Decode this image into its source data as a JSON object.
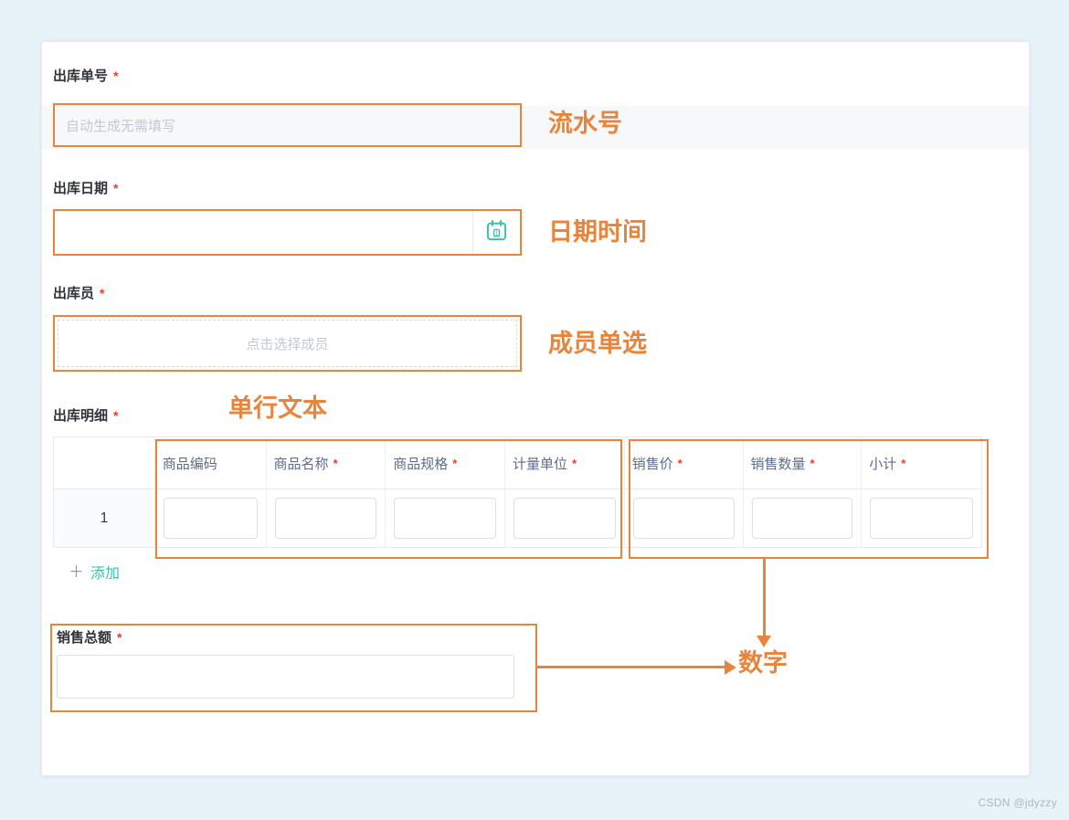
{
  "colors": {
    "annotation": "#E8853D",
    "teal": "#3FBFA8",
    "required": "#E0402A"
  },
  "watermark": "CSDN @jdyzzy",
  "fields": {
    "serial": {
      "label": "出库单号",
      "required": "*",
      "placeholder": "自动生成无需填写",
      "annotation": "流水号"
    },
    "date": {
      "label": "出库日期",
      "required": "*",
      "annotation": "日期时间",
      "icon": "calendar-icon",
      "icon_day": "1"
    },
    "member": {
      "label": "出库员",
      "required": "*",
      "placeholder": "点击选择成员",
      "annotation": "成员单选"
    },
    "detail": {
      "label": "出库明细",
      "required": "*",
      "annotation": "单行文本",
      "add_icon": "＋",
      "add_label": "添加",
      "table": {
        "row_numbers": [
          "1"
        ],
        "columns": [
          {
            "label": "商品编码",
            "required": false
          },
          {
            "label": "商品名称",
            "required": true
          },
          {
            "label": "商品规格",
            "required": true
          },
          {
            "label": "计量单位",
            "required": true
          },
          {
            "label": "销售价",
            "required": true
          },
          {
            "label": "销售数量",
            "required": true
          },
          {
            "label": "小计",
            "required": true
          }
        ]
      }
    },
    "total": {
      "label": "销售总额",
      "required": "*",
      "annotation": "数字"
    }
  }
}
